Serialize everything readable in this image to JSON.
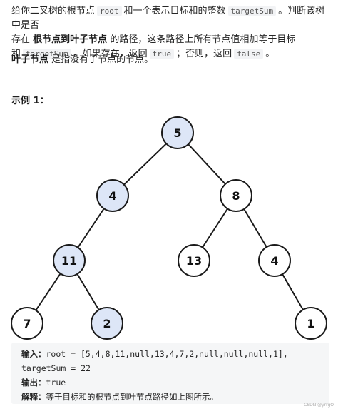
{
  "problem": {
    "p1_a": "给你二叉树的根节点",
    "p1_code_root": "root",
    "p1_b": "和一个表示目标和的整数",
    "p1_code_target": "targetSum",
    "p1_c": "。判断该树中是否",
    "p1_d": "存在",
    "p1_bold": "根节点到叶子节点",
    "p1_e": "的路径，这条路径上所有节点值相加等于目标",
    "p1_f": "和",
    "p1_code_target2": "targetSum",
    "p1_g": "。如果存在，返回",
    "p1_code_true": "true",
    "p1_h": "；否则，返回",
    "p1_code_false": "false",
    "p1_i": "。",
    "p2_bold": "叶子节点",
    "p2_rest": "是指没有子节点的节点。"
  },
  "example": {
    "heading": "示例 1：",
    "tree_nodes": [
      {
        "value": "5",
        "highlighted": true
      },
      {
        "value": "4",
        "highlighted": true
      },
      {
        "value": "8",
        "highlighted": false
      },
      {
        "value": "11",
        "highlighted": true
      },
      {
        "value": "13",
        "highlighted": false
      },
      {
        "value": "4",
        "highlighted": false
      },
      {
        "value": "7",
        "highlighted": false
      },
      {
        "value": "2",
        "highlighted": true
      },
      {
        "value": "1",
        "highlighted": false
      }
    ],
    "colors": {
      "highlight_fill": "#dde6f7",
      "normal_fill": "#ffffff",
      "stroke": "#1a1a1a"
    },
    "input_label": "输入：",
    "input_line1": "root = [5,4,8,11,null,13,4,7,2,null,null,null,1],",
    "input_line2": "targetSum = 22",
    "output_label": "输出：",
    "output_value": "true",
    "explain_label": "解释：",
    "explain_text": "等于目标和的根节点到叶节点路径如上图所示。"
  },
  "watermark": "CSDN @yrrgO"
}
